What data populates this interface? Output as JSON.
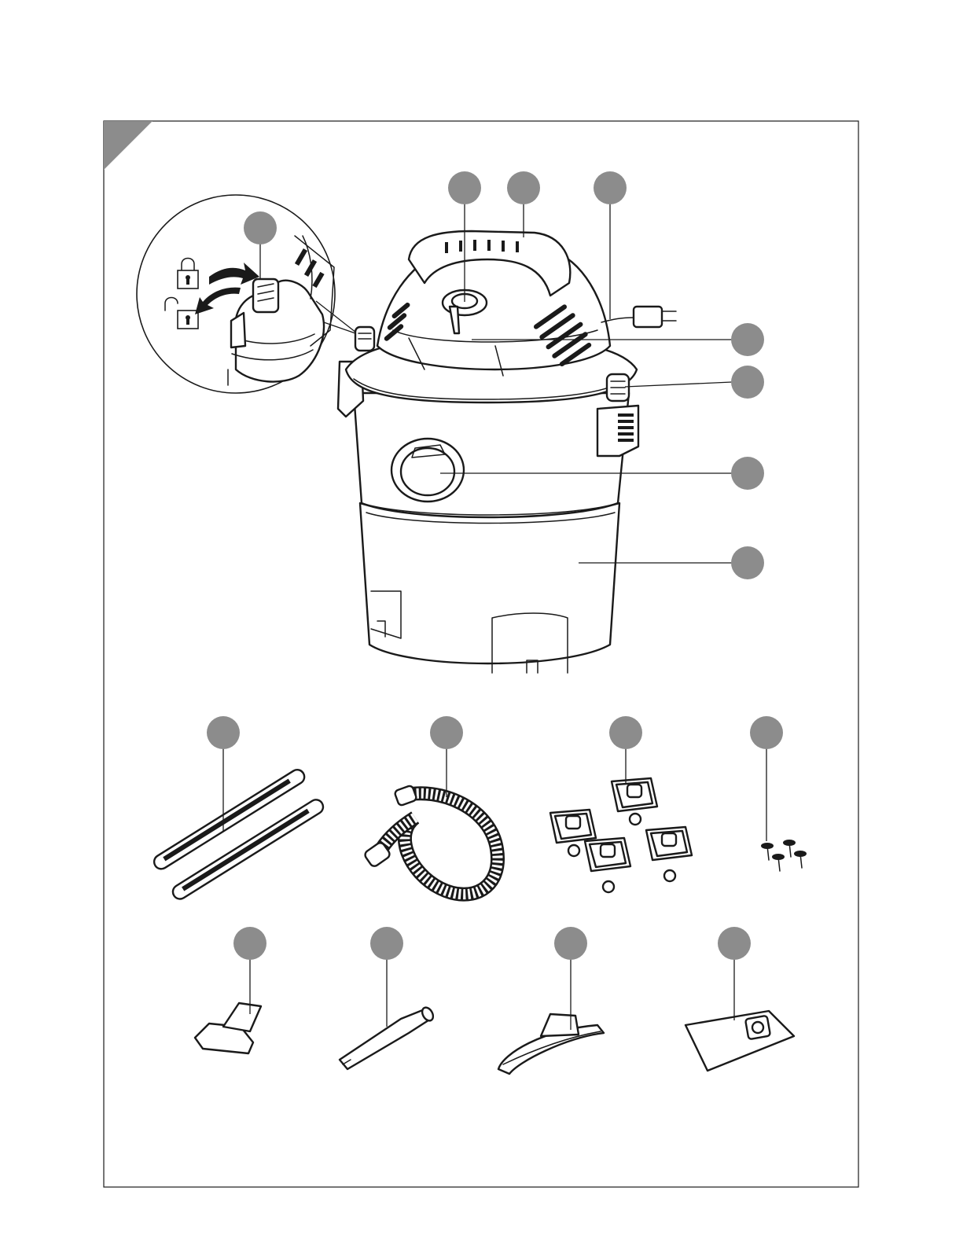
{
  "figure": {
    "corner_tab": "",
    "callouts": [
      {
        "id": "lock",
        "label": ""
      },
      {
        "id": "top-a",
        "label": ""
      },
      {
        "id": "top-b",
        "label": ""
      },
      {
        "id": "top-c",
        "label": ""
      },
      {
        "id": "right-1",
        "label": ""
      },
      {
        "id": "right-2",
        "label": ""
      },
      {
        "id": "right-3",
        "label": ""
      },
      {
        "id": "right-4",
        "label": ""
      },
      {
        "id": "tubes",
        "label": ""
      },
      {
        "id": "hose",
        "label": ""
      },
      {
        "id": "casters",
        "label": ""
      },
      {
        "id": "screws",
        "label": ""
      },
      {
        "id": "floor-nozzle",
        "label": ""
      },
      {
        "id": "crevice-tool",
        "label": ""
      },
      {
        "id": "wet-nozzle",
        "label": ""
      },
      {
        "id": "filter-bag",
        "label": ""
      }
    ]
  }
}
